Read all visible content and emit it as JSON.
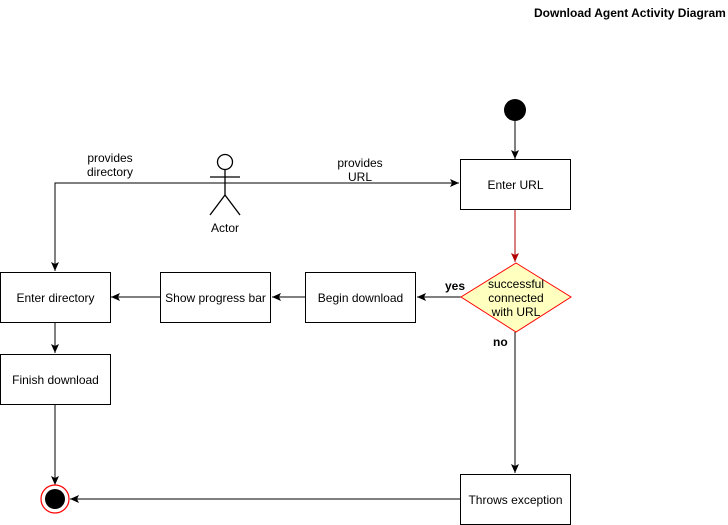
{
  "diagram": {
    "title": "Download Agent Activity Diagram",
    "actor": {
      "label": "Actor"
    },
    "nodes": {
      "enter_url": "Enter URL",
      "decision": "successful\nconnected\nwith URL",
      "begin_download": "Begin download",
      "show_progress": "Show progress bar",
      "enter_directory": "Enter directory",
      "finish_download": "Finish download",
      "throws_exception": "Throws exception"
    },
    "edges": {
      "provides_url": "provides\nURL",
      "provides_directory": "provides\ndirectory",
      "yes": "yes",
      "no": "no"
    },
    "colors": {
      "stroke": "#000000",
      "decision_fill": "#FFFFC0",
      "decision_stroke": "#FF0000",
      "highlight_edge": "#B20000",
      "end_ring": "#FF0000"
    }
  }
}
